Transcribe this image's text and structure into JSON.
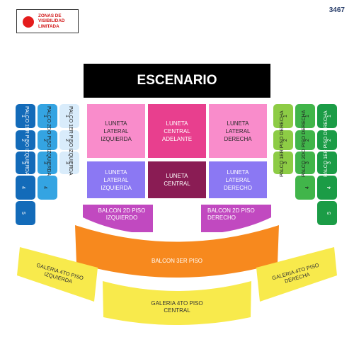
{
  "event_id": "3467",
  "legend": {
    "label": "ZONAS DE\nVISIBILIDAD\nLIMITADA",
    "color": "#e41c1c"
  },
  "stage_label": "ESCENARIO",
  "colors": {
    "luneta_lateral_adelante": "#f98ccb",
    "luneta_central_adelante": "#e83f8e",
    "luneta_lateral": "#8b78f3",
    "luneta_central": "#8a1c54",
    "balcon_2d": "#c149c0",
    "balcon_3er": "#f7891e",
    "galeria": "#f8ea4c",
    "palco_1er_izq": "#d9ecfb",
    "palco_2do_izq": "#34a4e2",
    "palco_1er_izq_outer": "#136bb9",
    "palco_1er_der": "#8dcc45",
    "palco_2do_der": "#41b54a",
    "palco_1er_der_outer": "#1b9c46"
  },
  "center_zones": [
    {
      "id": "luneta-lateral-izquierda",
      "label": "LUNETA\nLATERAL\nIZQUIERDA"
    },
    {
      "id": "luneta-central-adelante",
      "label": "LUNETA\nCENTRAL\nADELANTE"
    },
    {
      "id": "luneta-lateral-derecha",
      "label": "LUNETA\nLATERAL\nDERECHA"
    },
    {
      "id": "luneta-lateral-izquierda-2",
      "label": "LUNETA\nLATERAL\nIZQUIERDA"
    },
    {
      "id": "luneta-central",
      "label": "LUNETA\nCENTRAL"
    },
    {
      "id": "luneta-lateral-derecha-2",
      "label": "LUNETA\nLATERAL\nDERECHO"
    }
  ],
  "balcon_2d_izq": "BALCON 2D PISO\nIZQUIERDO",
  "balcon_2d_der": "BALCON 2D PISO\nDERECHO",
  "balcon_3er": "BALCON 3ER PISO",
  "galeria_izq": "GALERIA 4TO PISO\nIZQUIERDA",
  "galeria_central": "GALERIA 4TO PISO\nCENTRAL",
  "galeria_der": "GALERIA 4TO PISO\nDERECHA",
  "side_sections": {
    "left_outer": {
      "label": "PALCO 1ER PISO IZQUIERDA",
      "numbers": [
        "1",
        "2",
        "3",
        "4",
        "5"
      ]
    },
    "left_mid": {
      "label": "PALCO 2DO PISO IZQUIERDA",
      "numbers": [
        "1",
        "2",
        "3",
        "4"
      ]
    },
    "left_inner": {
      "label": "PALCO 1ER PISO IZQUIERDA",
      "numbers": [
        "1",
        "2",
        "3"
      ]
    },
    "right_inner": {
      "label": "PALCO 1ER PISO DERECHA",
      "numbers": [
        "1",
        "2",
        "3"
      ]
    },
    "right_mid": {
      "label": "PALCO 2DO PISO DERECHA",
      "numbers": [
        "1",
        "2",
        "3",
        "4"
      ]
    },
    "right_outer": {
      "label": "PALCO 1ER PISO DERECHA",
      "numbers": [
        "1",
        "2",
        "3",
        "4",
        "5"
      ]
    }
  }
}
